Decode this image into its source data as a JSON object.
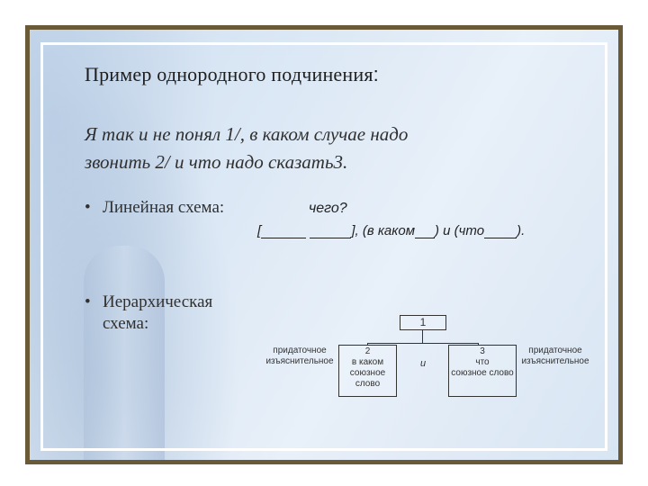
{
  "title": {
    "main": "Пример однородного подчинения",
    "colon": ":"
  },
  "example": {
    "line1": "Я так и не понял 1/, в каком случае надо",
    "line2": "звонить 2/ и что надо сказать3."
  },
  "bullets": {
    "dot": "•",
    "linear": "Линейная схема:",
    "hier_line1": "Иерархическая",
    "hier_line2": "схема:"
  },
  "linear_scheme": {
    "question": "чего?",
    "open_bracket": "[",
    "close_bracket": "],",
    "part2_prefix": "(в каком",
    "part2_suffix": ")",
    "and": "и",
    "part3_prefix": "(что",
    "part3_suffix": ")."
  },
  "hier_scheme": {
    "top_box": "1",
    "box2": {
      "num": "2",
      "line1": "в каком",
      "line2": "союзное",
      "line3": "слово"
    },
    "box3": {
      "num": "3",
      "line1": "что",
      "line2": "союзное слово"
    },
    "left_label": {
      "line1": "придаточное",
      "line2": "изъяснительное"
    },
    "right_label": {
      "line1": "придаточное",
      "line2": "изъяснительное"
    },
    "connector": "и"
  }
}
